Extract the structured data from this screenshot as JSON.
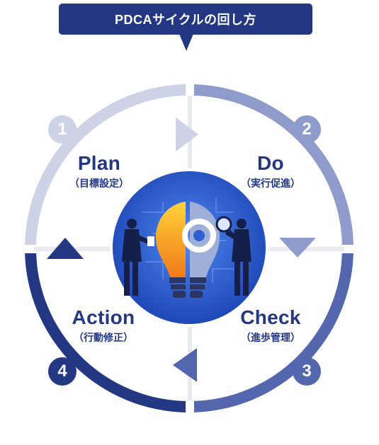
{
  "title": "PDCAサイクルの回し方",
  "phases": [
    {
      "number": "1",
      "name": "Plan",
      "sub": "（目標設定）"
    },
    {
      "number": "2",
      "name": "Do",
      "sub": "（実行促進）"
    },
    {
      "number": "3",
      "name": "Check",
      "sub": "（進歩管理）"
    },
    {
      "number": "4",
      "name": "Action",
      "sub": "（行動修正）"
    }
  ],
  "colors": {
    "navy": "#233783",
    "plan_ring": "#cdd2e6",
    "do_ring": "#8f9ccb",
    "check_ring": "#5466ae",
    "action_ring": "#233783",
    "center_bg": "#2f5fd3"
  },
  "icons": [
    "lightbulb-icon",
    "gear-icon",
    "magnifier-icon",
    "businessman-icon"
  ]
}
